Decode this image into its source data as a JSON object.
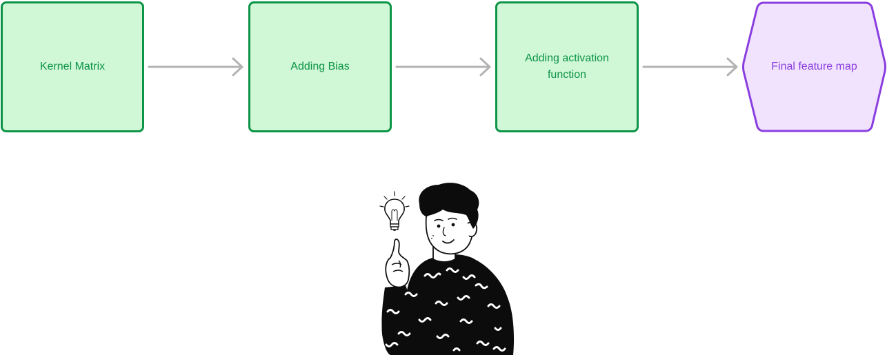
{
  "flow": {
    "steps": [
      {
        "label": "Kernel Matrix"
      },
      {
        "label": "Adding Bias"
      },
      {
        "label": "Adding activation function"
      },
      {
        "label": "Final feature map"
      }
    ]
  },
  "colors": {
    "step_fill": "#d0f7d6",
    "step_border": "#0c9447",
    "step_text": "#0c9447",
    "final_fill": "#f1e3fe",
    "final_border": "#8a3ee0",
    "final_text": "#8a3ee0",
    "arrow": "#b3b3b3"
  },
  "illustration": {
    "icon": "person-with-lightbulb-icon"
  }
}
